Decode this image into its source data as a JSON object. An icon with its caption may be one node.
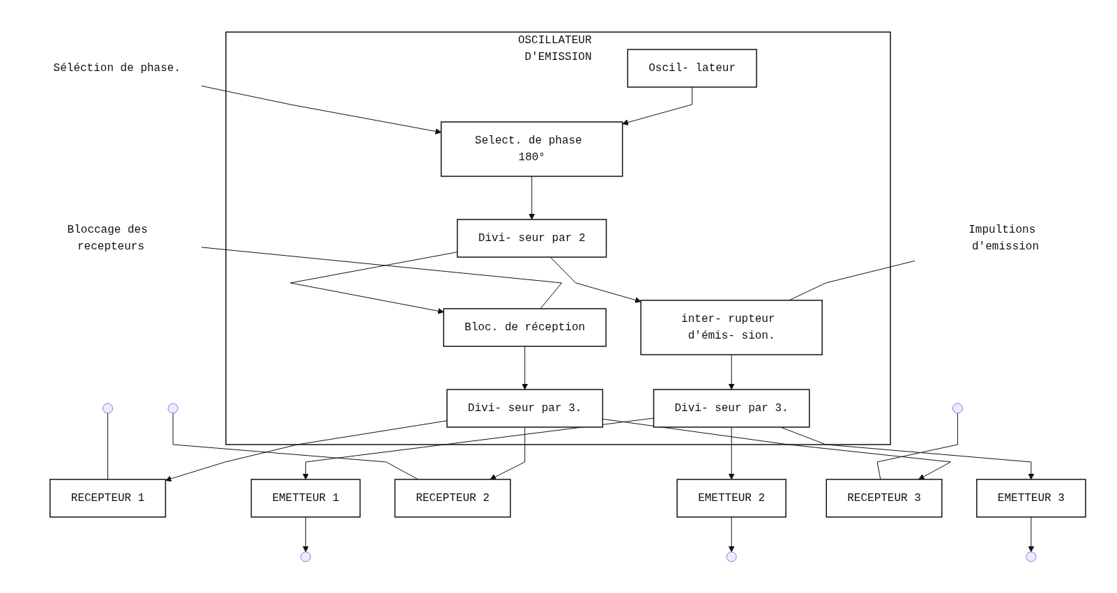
{
  "diagram": {
    "nodes": [
      {
        "text": [
          "OSCILLATEUR D'EMISSION"
        ]
      },
      {
        "text": [
          "Bloccage des recepteurs"
        ]
      },
      {
        "text": [
          "Impultions d'emission"
        ]
      },
      {
        "text": [
          "RECEPTEUR 1"
        ]
      },
      {
        "text": [
          "Bloc. de réception"
        ],
        "in": 0
      },
      {
        "text": [
          "Divi- seur par 2"
        ],
        "in": 0
      },
      {
        "text": [
          "inter- rupteur d'émis- sion."
        ],
        "in": 0
      },
      {
        "text": [
          "EMETTEUR 1"
        ]
      },
      {
        "text": [
          "RECEPTEUR 2"
        ]
      },
      {
        "text": [
          "Divi- seur par 3."
        ],
        "in": 0
      },
      {
        "text": [
          "Select. de phase 180°"
        ],
        "in": 0
      },
      {
        "text": [
          "Divi- seur par 3."
        ],
        "in": 0
      },
      {
        "text": [
          "EMETTEUR 2"
        ]
      },
      {
        "text": [
          "RECEPTEUR 3"
        ]
      },
      {
        "text": [
          "Oscil- lateur"
        ],
        "in": 0
      },
      {
        "text": [
          "EMETTEUR 3"
        ]
      },
      {
        "text": [
          "Séléction de phase."
        ]
      }
    ],
    "edges": [
      {
        "from": 1,
        "to": 4,
        "arrow": "none"
      },
      {
        "from": 2,
        "to": 6,
        "arrow": "none"
      },
      {
        "from": 5,
        "to": 4,
        "arrow": "to"
      },
      {
        "from": 5,
        "to": 6,
        "arrow": "to"
      },
      {
        "from": 4,
        "to": 9,
        "arrow": "to"
      },
      {
        "from": 6,
        "to": 11,
        "arrow": "to"
      },
      {
        "from": 10,
        "to": 5,
        "arrow": "to"
      },
      {
        "from": 14,
        "to": 10,
        "arrow": "to"
      },
      {
        "from": 16,
        "to": 10,
        "arrow": "to"
      },
      {
        "from": 9,
        "to": 3,
        "arrow": "to"
      },
      {
        "from": 9,
        "to": 8,
        "arrow": "to"
      },
      {
        "from": 9,
        "to": 13,
        "arrow": "to"
      },
      {
        "from": 11,
        "to": 7,
        "arrow": "to"
      },
      {
        "from": 11,
        "to": 12,
        "arrow": "to"
      },
      {
        "from": 11,
        "to": 15,
        "arrow": "to"
      },
      {
        "from": null,
        "to": 3,
        "arrow": "none"
      },
      {
        "from": null,
        "to": 8,
        "arrow": "none"
      },
      {
        "from": null,
        "to": 13,
        "arrow": "none"
      },
      {
        "from": 7,
        "to": null,
        "arrow": "to"
      },
      {
        "from": 12,
        "to": null,
        "arrow": "to"
      },
      {
        "from": 15,
        "to": null,
        "arrow": "to"
      }
    ]
  }
}
